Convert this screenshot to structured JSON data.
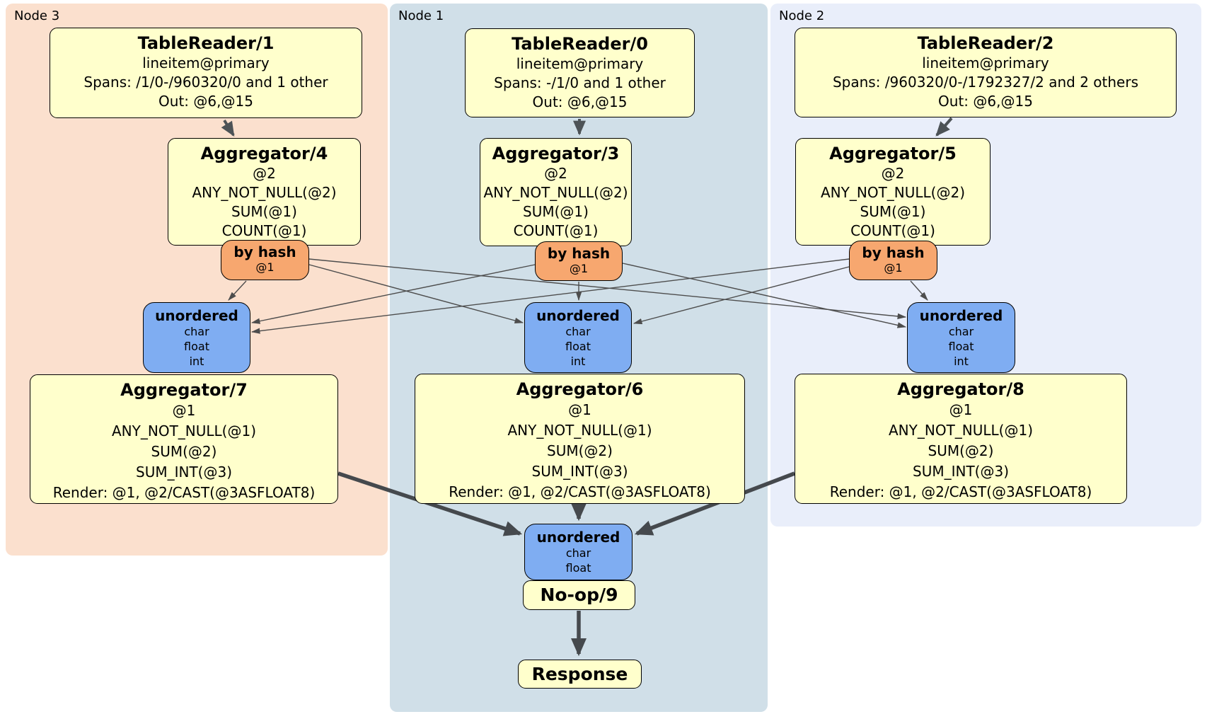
{
  "palette": {
    "node3_bg": "#fbe0ce",
    "node1_bg": "#d0dfe8",
    "node2_bg": "#e9eefa",
    "processor_bg": "#ffffcc",
    "router_bg": "#f7a76f",
    "sync_bg": "#7fadf2",
    "box_border": "#000000",
    "edge_thin": "#4d4d4d",
    "edge_thick": "#45494d"
  },
  "regions": {
    "node3": {
      "label": "Node 3"
    },
    "node1": {
      "label": "Node 1"
    },
    "node2": {
      "label": "Node 2"
    }
  },
  "processors": {
    "tr1": {
      "title": "TableReader/1",
      "lines": [
        "lineitem@primary",
        "Spans: /1/0-/960320/0 and 1 other",
        "Out: @6,@15"
      ]
    },
    "tr0": {
      "title": "TableReader/0",
      "lines": [
        "lineitem@primary",
        "Spans: -/1/0 and 1 other",
        "Out: @6,@15"
      ]
    },
    "tr2": {
      "title": "TableReader/2",
      "lines": [
        "lineitem@primary",
        "Spans: /960320/0-/1792327/2 and 2 others",
        "Out: @6,@15"
      ]
    },
    "agg4": {
      "title": "Aggregator/4",
      "lines": [
        "@2",
        "ANY_NOT_NULL(@2)",
        "SUM(@1)",
        "COUNT(@1)"
      ]
    },
    "agg3": {
      "title": "Aggregator/3",
      "lines": [
        "@2",
        "ANY_NOT_NULL(@2)",
        "SUM(@1)",
        "COUNT(@1)"
      ]
    },
    "agg5": {
      "title": "Aggregator/5",
      "lines": [
        "@2",
        "ANY_NOT_NULL(@2)",
        "SUM(@1)",
        "COUNT(@1)"
      ]
    },
    "agg7": {
      "title": "Aggregator/7",
      "lines": [
        "@1",
        "ANY_NOT_NULL(@1)",
        "SUM(@2)",
        "SUM_INT(@3)",
        "Render: @1, @2/CAST(@3ASFLOAT8)"
      ]
    },
    "agg6": {
      "title": "Aggregator/6",
      "lines": [
        "@1",
        "ANY_NOT_NULL(@1)",
        "SUM(@2)",
        "SUM_INT(@3)",
        "Render: @1, @2/CAST(@3ASFLOAT8)"
      ]
    },
    "agg8": {
      "title": "Aggregator/8",
      "lines": [
        "@1",
        "ANY_NOT_NULL(@1)",
        "SUM(@2)",
        "SUM_INT(@3)",
        "Render: @1, @2/CAST(@3ASFLOAT8)"
      ]
    },
    "noop": {
      "title": "No-op/9"
    },
    "response": {
      "title": "Response"
    }
  },
  "routers": {
    "node3": {
      "title": "by hash",
      "detail": "@1"
    },
    "node1": {
      "title": "by hash",
      "detail": "@1"
    },
    "node2": {
      "title": "by hash",
      "detail": "@1"
    }
  },
  "syncs": {
    "node3": {
      "title": "unordered",
      "items": [
        "char",
        "float",
        "int"
      ]
    },
    "node1": {
      "title": "unordered",
      "items": [
        "char",
        "float",
        "int"
      ]
    },
    "node2": {
      "title": "unordered",
      "items": [
        "char",
        "float",
        "int"
      ]
    },
    "final": {
      "title": "unordered",
      "items": [
        "char",
        "float"
      ]
    }
  }
}
